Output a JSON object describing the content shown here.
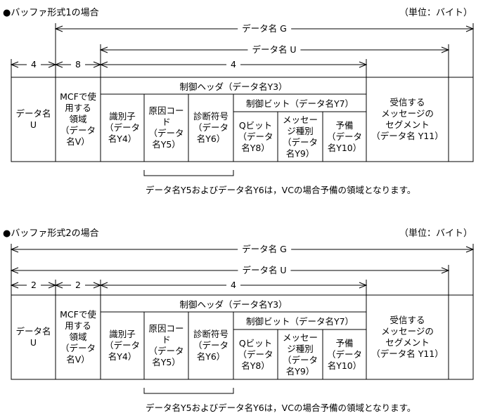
{
  "sections": [
    {
      "title": "●バッファ形式1の場合",
      "unit": "（単位：バイト）",
      "dim_g": "データ名 G",
      "dim_u": "データ名 U",
      "dim_a": "4",
      "dim_b": "8",
      "dim_c": "4",
      "header_y3": "制御ヘッダ（データ名Y3）",
      "header_y7": "制御ビット（データ名Y7）",
      "cells": {
        "u": "データ名\nU",
        "mcf": "MCFで使\n用する\n領域\n（データ\n名V）",
        "y4": "識別子\n（データ\n名Y4）",
        "y5": "原因コー\nド\n（データ\n名Y5）",
        "y6": "診断符号\n（データ\n名Y6）",
        "y8": "Qビット\n（データ\n名Y8）",
        "y9": "メッセー\nジ種別\n（データ\n名Y9）",
        "y10": "予備\n（データ\n名Y10）",
        "y11": "受信する\nメッセージの\nセグメント\n（データ名 Y11）"
      },
      "note": "データ名Y5およびデータ名Y6は，VCの場合予備の領域となります。"
    },
    {
      "title": "●バッファ形式2の場合",
      "unit": "（単位：バイト）",
      "dim_g": "データ名 G",
      "dim_u": "データ名 U",
      "dim_a": "2",
      "dim_b": "2",
      "dim_c": "4",
      "header_y3": "制御ヘッダ（データ名Y3）",
      "header_y7": "制御ビット（データ名Y7）",
      "cells": {
        "u": "データ名\nU",
        "mcf": "MCFで使\n用する\n領域\n（データ\n名V）",
        "y4": "識別子\n（データ\n名Y4）",
        "y5": "原因コー\nド\n（データ\n名Y5）",
        "y6": "診断符号\n（データ\n名Y6）",
        "y8": "Qビット\n（データ\n名Y8）",
        "y9": "メッセー\nジ種別\n（データ\n名Y9）",
        "y10": "予備\n（データ\n名Y10）",
        "y11": "受信する\nメッセージの\nセグメント\n（データ名 Y11）"
      },
      "note": "データ名Y5およびデータ名Y6は，VCの場合予備の領域となります。"
    }
  ]
}
